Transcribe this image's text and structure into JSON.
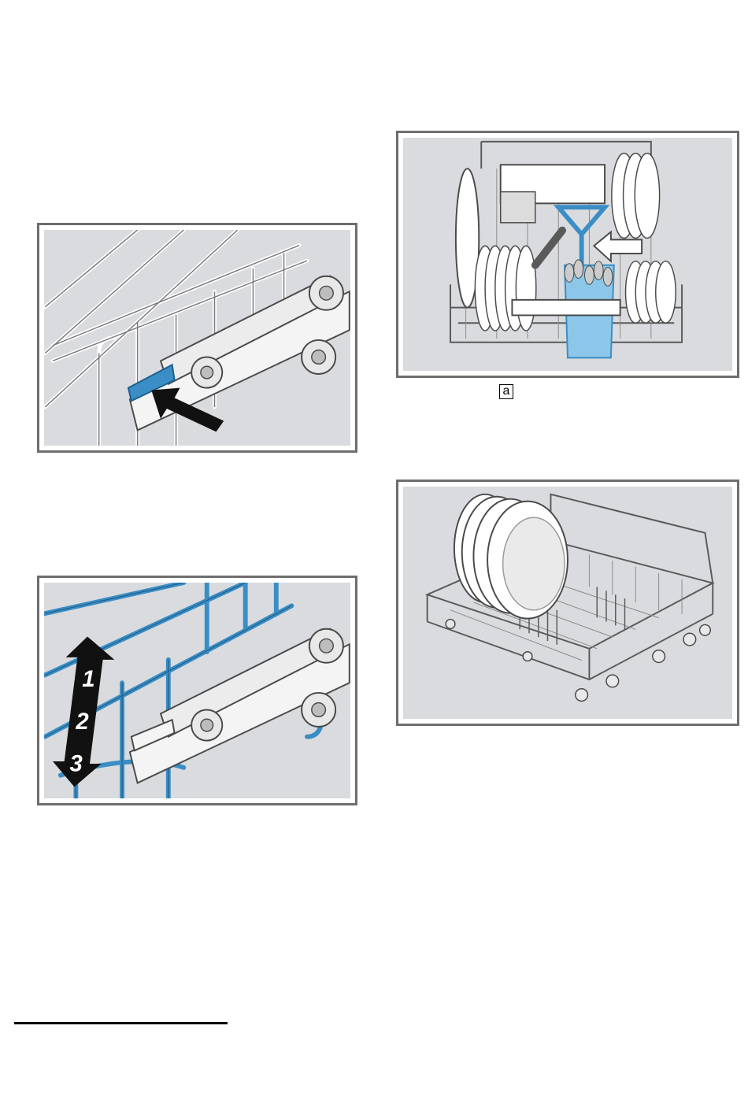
{
  "figures": {
    "release_lever": {
      "arrow": "push-arrow-icon"
    },
    "rack_levels": {
      "steps": [
        "1",
        "2",
        "3"
      ]
    },
    "cutlery_basket": {
      "label": "a"
    },
    "bottom_rack": {}
  },
  "colors": {
    "frame_border": "#6e6e6e",
    "panel_bg": "#d9dbde",
    "accent_blue": "#3a8dc5",
    "wire": "#ffffff",
    "outline": "#4a4a4a"
  }
}
